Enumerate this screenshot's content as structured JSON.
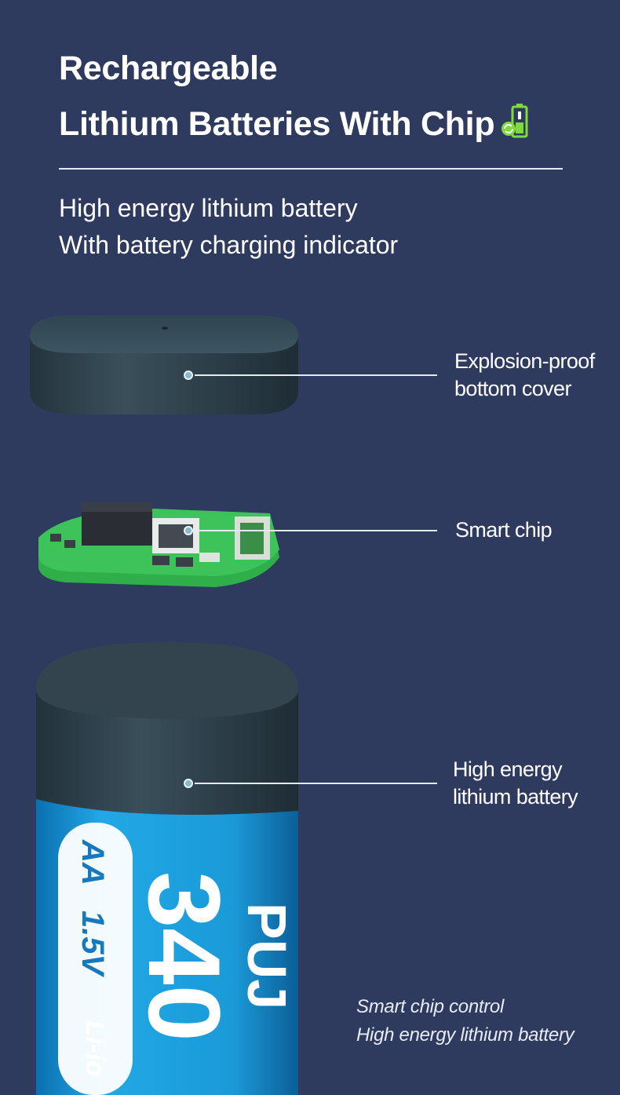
{
  "header": {
    "title_line1": "Rechargeable",
    "title_line2": "Lithium Batteries With Chip",
    "title_icon": "battery-recycle-icon"
  },
  "intro": {
    "line1": "High energy lithium battery",
    "line2": "With battery charging indicator"
  },
  "components": {
    "cover": {
      "line1": "Explosion-proof",
      "line2": "bottom cover"
    },
    "chip": {
      "line1": "Smart chip"
    },
    "battery": {
      "line1": "High energy",
      "line2": "lithium battery",
      "label_size": "AA",
      "label_voltage": "1.5V",
      "label_type": "Li-io",
      "label_capacity": "340",
      "label_brand": "PUJ"
    }
  },
  "footnote": {
    "line1": "Smart chip control",
    "line2": "High energy lithium battery"
  },
  "colors": {
    "background": "#2f3a5f",
    "battery_blue": "#1ea0dd",
    "pcb_green": "#2fae4a",
    "cap_dark": "#2c3e48",
    "icon_green": "#7ddc3a"
  }
}
